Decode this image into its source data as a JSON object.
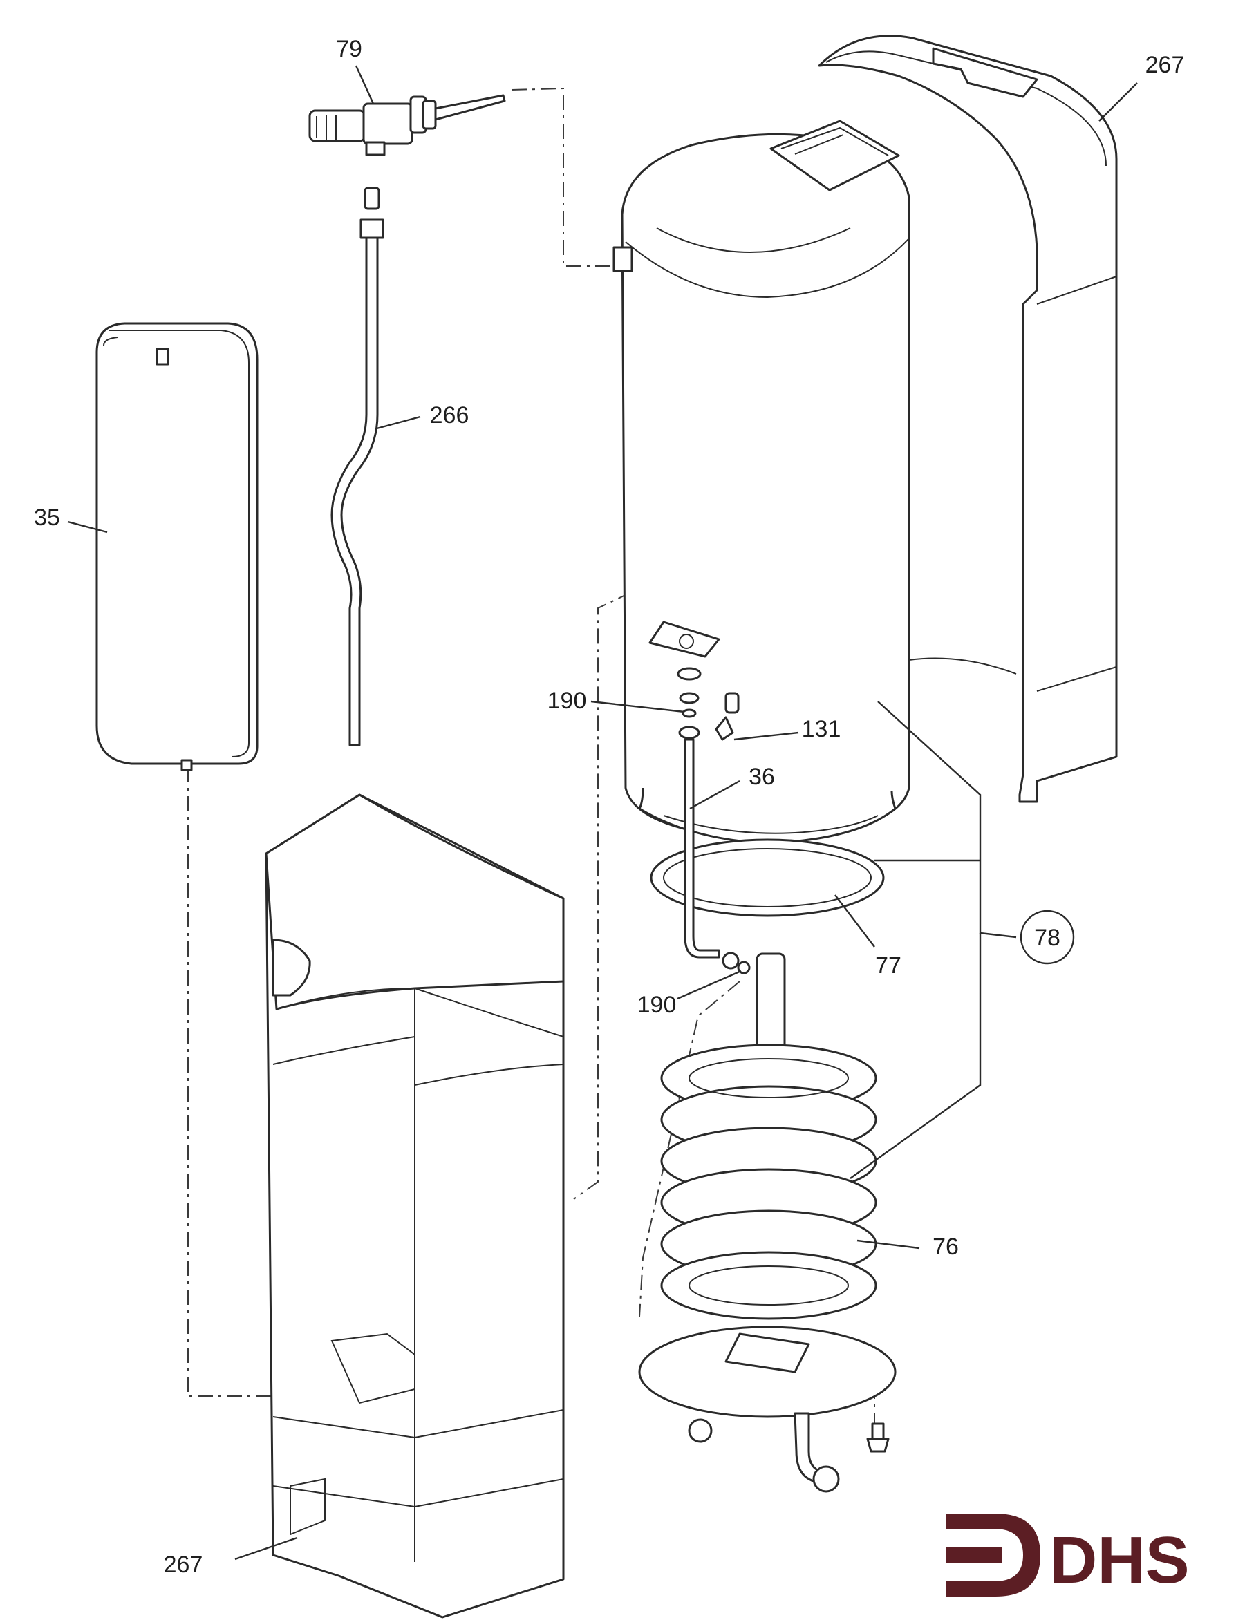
{
  "callouts": {
    "c79": "79",
    "c267_top": "267",
    "c266": "266",
    "c35": "35",
    "c190_top": "190",
    "c131": "131",
    "c36": "36",
    "c78": "78",
    "c77": "77",
    "c190_bottom": "190",
    "c76": "76",
    "c267_bottom": "267"
  },
  "brand": {
    "name": "DHS",
    "color": "#5c1e24"
  }
}
